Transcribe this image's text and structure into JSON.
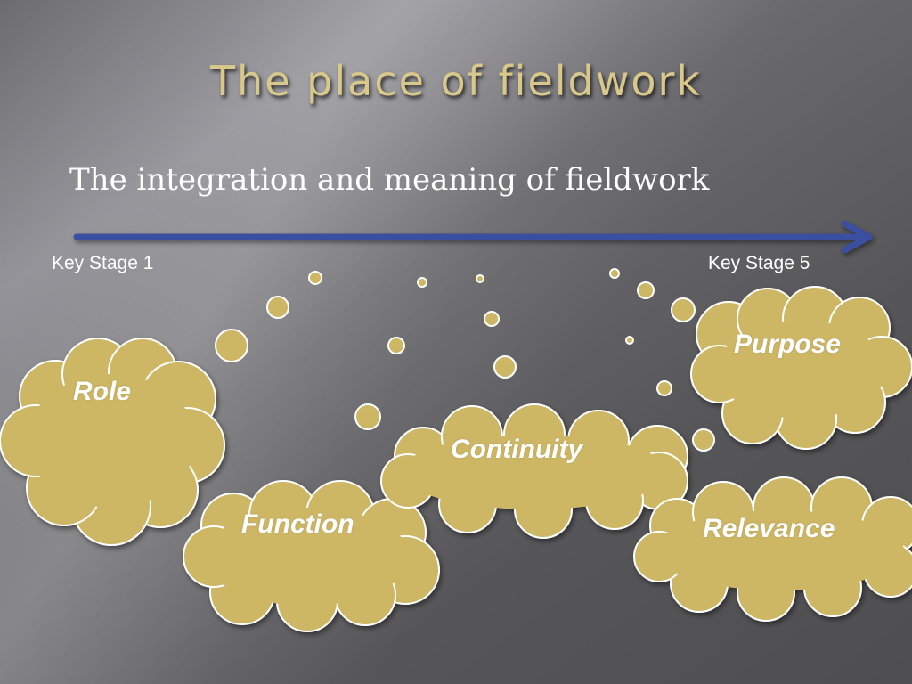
{
  "slide": {
    "title": "The place of fieldwork",
    "subtitle": "The integration and meaning of fieldwork",
    "arrow": {
      "start_label": "Key Stage 1",
      "end_label": "Key Stage 5",
      "color": "#3a4fa0"
    },
    "cloud_color": "#cdb765",
    "clouds": [
      "Role",
      "Function",
      "Continuity",
      "Purpose",
      "Relevance"
    ]
  }
}
